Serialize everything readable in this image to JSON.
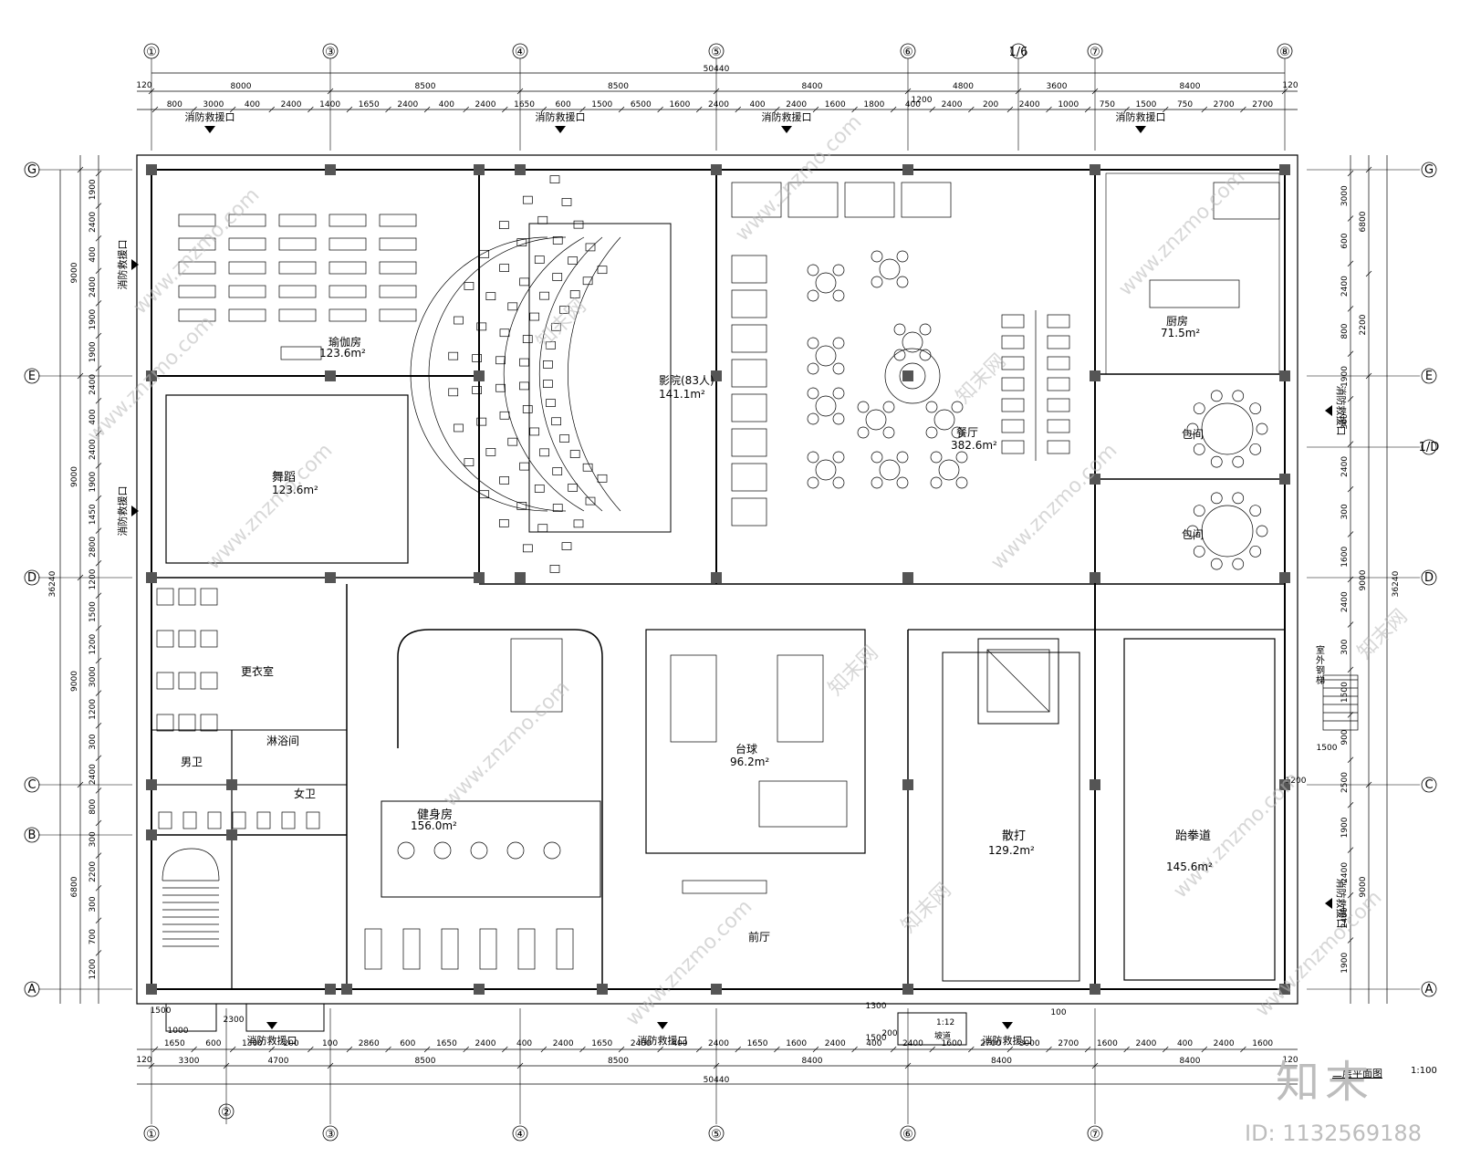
{
  "axes": {
    "top": [
      "①",
      "③",
      "④",
      "⑤",
      "⑥",
      "1/6",
      "⑦",
      "⑧"
    ],
    "bottom": [
      "①",
      "②",
      "③",
      "④",
      "⑤",
      "⑥",
      "⑦"
    ],
    "left": [
      "G",
      "E",
      "D",
      "C",
      "B",
      "A"
    ],
    "right": [
      "G",
      "E",
      "1/D",
      "D",
      "C",
      "A"
    ]
  },
  "dims": {
    "overall_width": "50440",
    "overall_height": "36240",
    "top_bays": [
      "8000",
      "8500",
      "8500",
      "8400",
      "4800",
      "3600",
      "8400"
    ],
    "top_detail": [
      "800",
      "3000",
      "400",
      "2400",
      "1400",
      "1650",
      "2400",
      "400",
      "2400",
      "1650",
      "600",
      "1500",
      "6500",
      "1600",
      "2400",
      "400",
      "2400",
      "1600",
      "1800",
      "400",
      "2400",
      "200",
      "2400",
      "1000",
      "750",
      "1500",
      "750",
      "2700",
      "2700"
    ],
    "bottom_detail": [
      "1650",
      "600",
      "1300",
      "200",
      "100",
      "2860",
      "600",
      "1650",
      "2400",
      "400",
      "2400",
      "1650",
      "2400",
      "400",
      "2400",
      "1650",
      "1600",
      "2400",
      "400",
      "2400",
      "1600",
      "2700",
      "3000",
      "2700",
      "1600",
      "2400",
      "400",
      "2400",
      "1600"
    ],
    "bottom_bays": [
      "3300",
      "4700",
      "8500",
      "8500",
      "8400",
      "8400",
      "8400"
    ],
    "left_bays": [
      "9000",
      "9000",
      "9000",
      "6800"
    ],
    "left_detail": [
      "1900",
      "2400",
      "400",
      "2400",
      "1900",
      "1900",
      "2400",
      "400",
      "2400",
      "1900",
      "1450",
      "2800",
      "1200",
      "1500",
      "1200",
      "3000",
      "1200",
      "300",
      "2400",
      "800",
      "300",
      "2200",
      "300",
      "700",
      "1200"
    ],
    "right_bays": [
      "6800",
      "2200",
      "9000",
      "9000"
    ],
    "right_detail": [
      "3000",
      "600",
      "2400",
      "800",
      "1900",
      "300",
      "2400",
      "300",
      "1600",
      "2400",
      "300",
      "1500",
      "900",
      "2500",
      "1900",
      "2400",
      "2400",
      "1900"
    ],
    "edge": "120",
    "misc": [
      "1500",
      "1200",
      "1500",
      "1000",
      "2300",
      "1300",
      "100",
      "200"
    ]
  },
  "labels": {
    "fire_rescue": "消防救援口",
    "outdoor_stair": "室外钢梯",
    "ramp": "坡道",
    "ramp_ratio": "1:12",
    "plan_title": "二层平面图",
    "plan_scale": "1:100"
  },
  "rooms": [
    {
      "name": "瑜伽房",
      "area": "123.6m²"
    },
    {
      "name": "舞蹈",
      "area": "123.6m²"
    },
    {
      "name": "影院(83人)",
      "area": "141.1m²"
    },
    {
      "name": "餐厅",
      "area": "382.6m²"
    },
    {
      "name": "厨房",
      "area": "71.5m²"
    },
    {
      "name": "包间",
      "area": ""
    },
    {
      "name": "包间",
      "area": ""
    },
    {
      "name": "台球",
      "area": "96.2m²"
    },
    {
      "name": "健身房",
      "area": "156.0m²"
    },
    {
      "name": "散打",
      "area": "129.2m²"
    },
    {
      "name": "跆拳道",
      "area": "145.6m²"
    },
    {
      "name": "前厅",
      "area": ""
    },
    {
      "name": "更衣室",
      "area": ""
    },
    {
      "name": "淋浴间",
      "area": ""
    },
    {
      "name": "男卫",
      "area": ""
    },
    {
      "name": "女卫",
      "area": ""
    }
  ],
  "watermark": {
    "site": "www.znzmo.com",
    "brand": "知末网",
    "logo": "知末",
    "id": "ID: 1132569188"
  }
}
